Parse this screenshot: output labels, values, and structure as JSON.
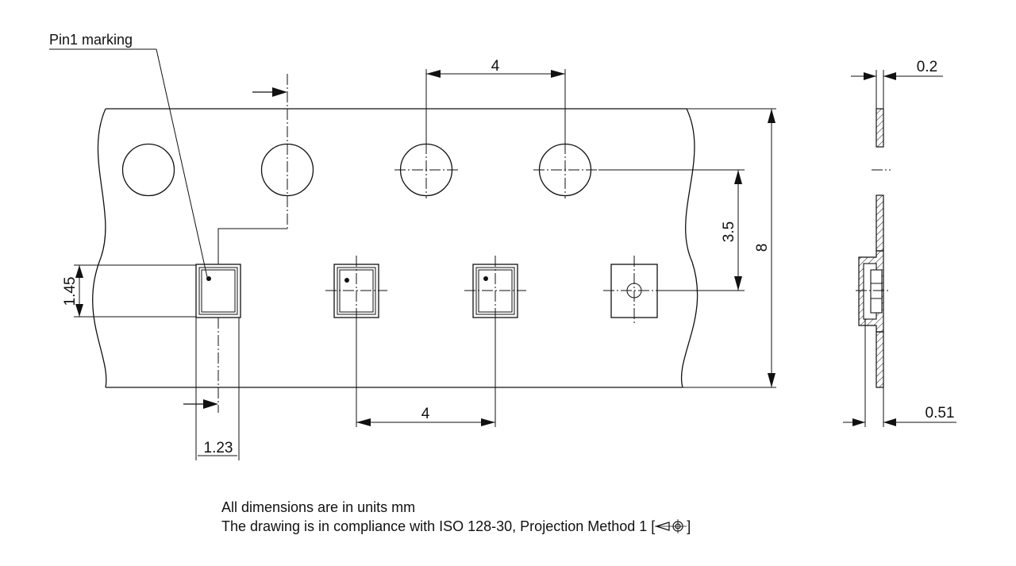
{
  "labels": {
    "pin1": "Pin1 marking",
    "pitch_top": "4",
    "pitch_bottom": "4",
    "row_offset": "3.5",
    "tape_width": "8",
    "pocket_height": "1.45",
    "pocket_width": "1.23",
    "tape_thickness": "0.2",
    "pocket_depth": "0.51"
  },
  "notes": {
    "units": "All dimensions are in units mm",
    "projection_prefix": "The drawing is in compliance with ISO 128-30, Projection Method 1 [",
    "projection_suffix": "]"
  }
}
